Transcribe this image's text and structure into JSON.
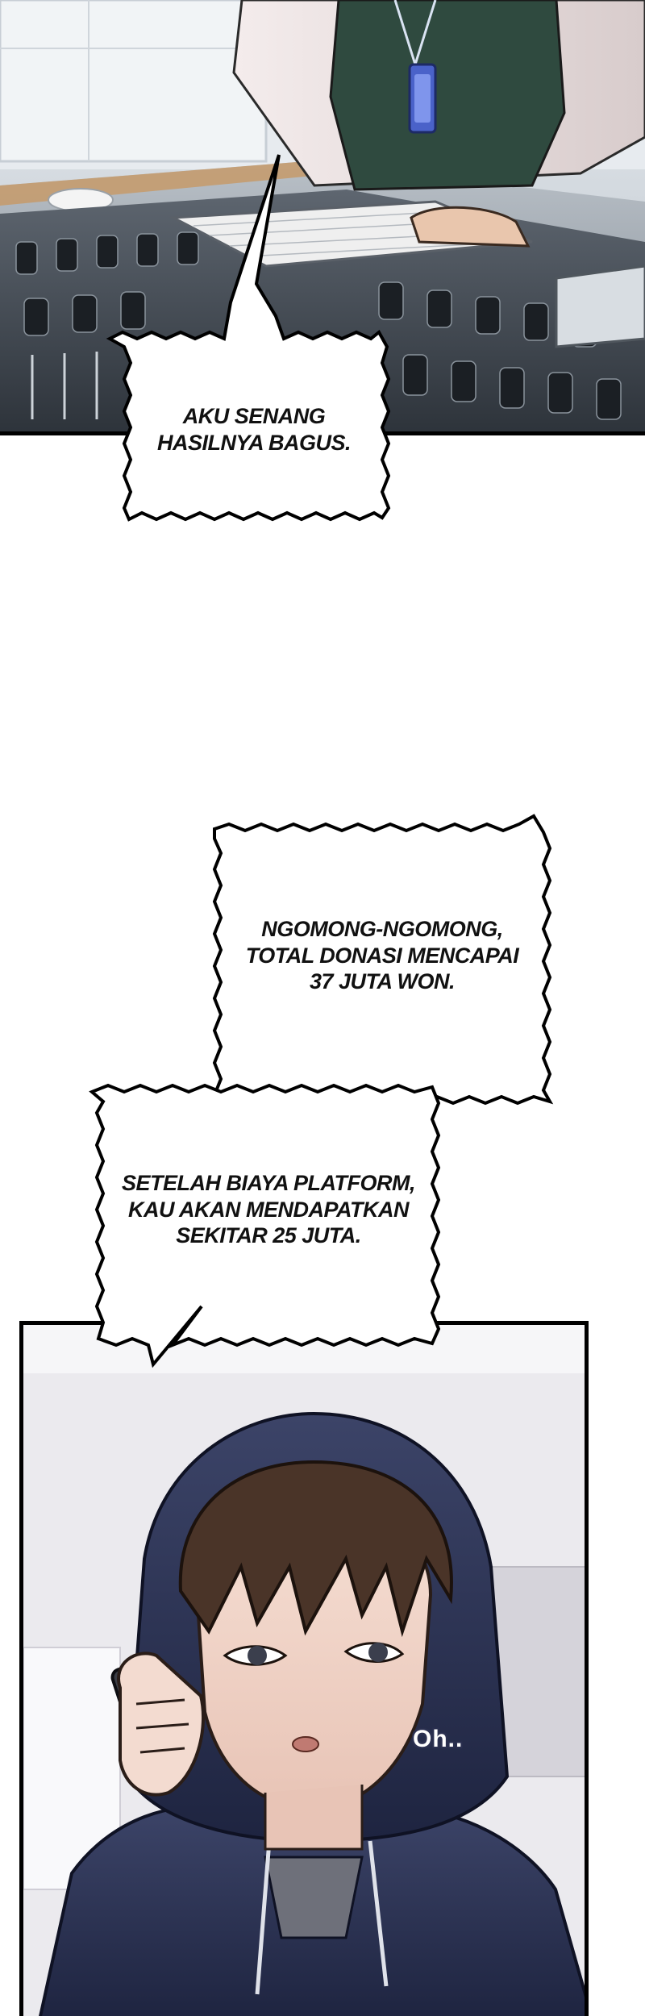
{
  "bubbles": {
    "senang": {
      "lines": [
        "AKU SENANG",
        "HASILNYA BAGUS."
      ]
    },
    "donasi": {
      "lines": [
        "NGOMONG-NGOMONG,",
        "TOTAL DONASI MENCAPAI",
        "37 JUTA WON."
      ]
    },
    "biaya": {
      "lines": [
        "SETELAH BIAYA PLATFORM,",
        "KAU AKAN MENDAPATKAN",
        "SEKITAR 25 JUTA."
      ]
    }
  },
  "sfx": {
    "oh": "Oh.."
  },
  "colors": {
    "ink": "#000000",
    "bubble_fill": "#ffffff",
    "hoodie": "#2c3354",
    "hair": "#4a3428",
    "skin": "#f2d6c9",
    "studio_bg": "#d3d9df",
    "lanyard_badge": "#4a62c9",
    "sweater": "#2f4a3f"
  }
}
